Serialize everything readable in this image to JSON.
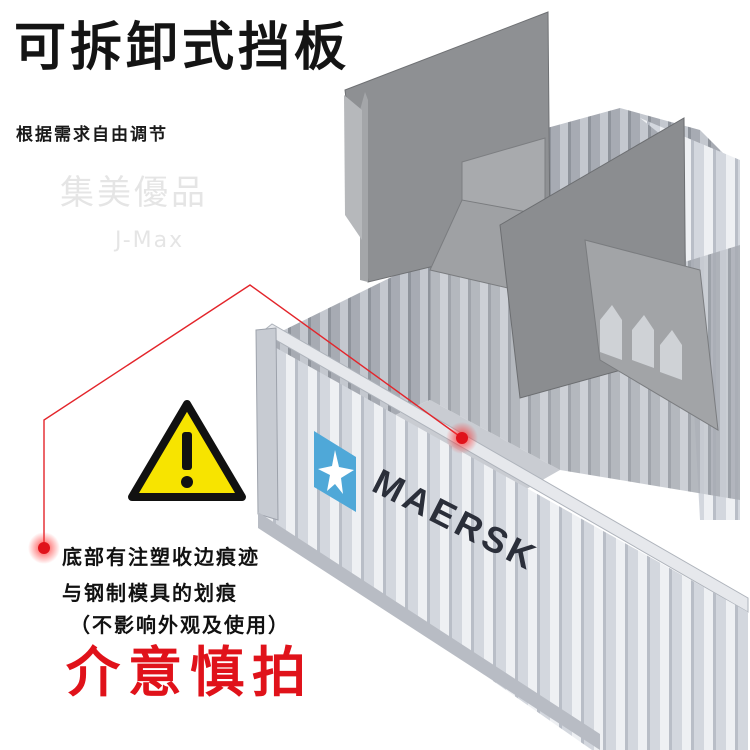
{
  "title": "可拆卸式挡板",
  "subtitle": "根据需求自由调节",
  "watermark": {
    "brand": "集美優品",
    "latin": "J-Max"
  },
  "container_label": "MAERSK",
  "notice": {
    "line1": "底部有注塑收边痕迹",
    "line2": "与钢制模具的划痕",
    "line3": "（不影响外观及使用）",
    "caution": "介意慎拍"
  },
  "colors": {
    "container_body": "#d5d9e0",
    "divider_panel": "#8c8e91",
    "logo_blue": "#4fa8d8",
    "warning_yellow": "#f7e400",
    "accent_red": "#e0121a"
  }
}
